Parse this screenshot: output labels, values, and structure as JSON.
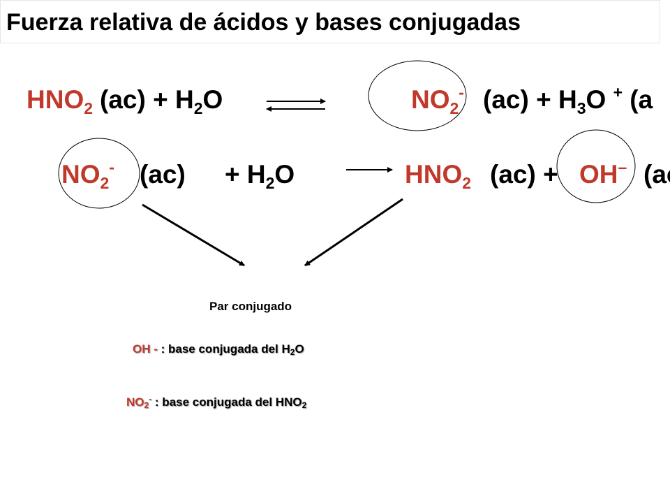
{
  "title": "Fuerza relativa de ácidos y bases conjugadas",
  "eq1": {
    "acid": "HNO",
    "acid_sub": "2",
    "ac1": "(ac)",
    "plus1": "+",
    "water": "H",
    "water_sub": "2",
    "water_o": "O",
    "base": "NO",
    "base_sub": "2",
    "base_sup": "-",
    "ac2": "(ac)",
    "plus2": "+",
    "h3o": "H",
    "h3o_sub": "3",
    "h3o_o": "O",
    "h3o_sup": "+",
    "ac3": "(a"
  },
  "eq2": {
    "base": "NO",
    "base_sub": "2",
    "base_sup": "-",
    "ac1": "(ac)",
    "plus1": "+",
    "water": "H",
    "water_sub": "2",
    "water_o": "O",
    "acid": "HNO",
    "acid_sub": "2",
    "ac2": "(ac)",
    "plus2": "+",
    "oh": "OH",
    "oh_sup": "–",
    "ac3": "(ac"
  },
  "pair_label": "Par conjugado",
  "note1": {
    "red_part": "OH -",
    "text": ": base conjugada del H",
    "sub": "2",
    "end": "O"
  },
  "note2": {
    "red_part": "NO",
    "red_sub": "2",
    "red_sup": "-",
    "text": ": base conjugada del HNO",
    "sub": "2"
  },
  "colors": {
    "red": "#c0392b",
    "black": "#000000"
  }
}
